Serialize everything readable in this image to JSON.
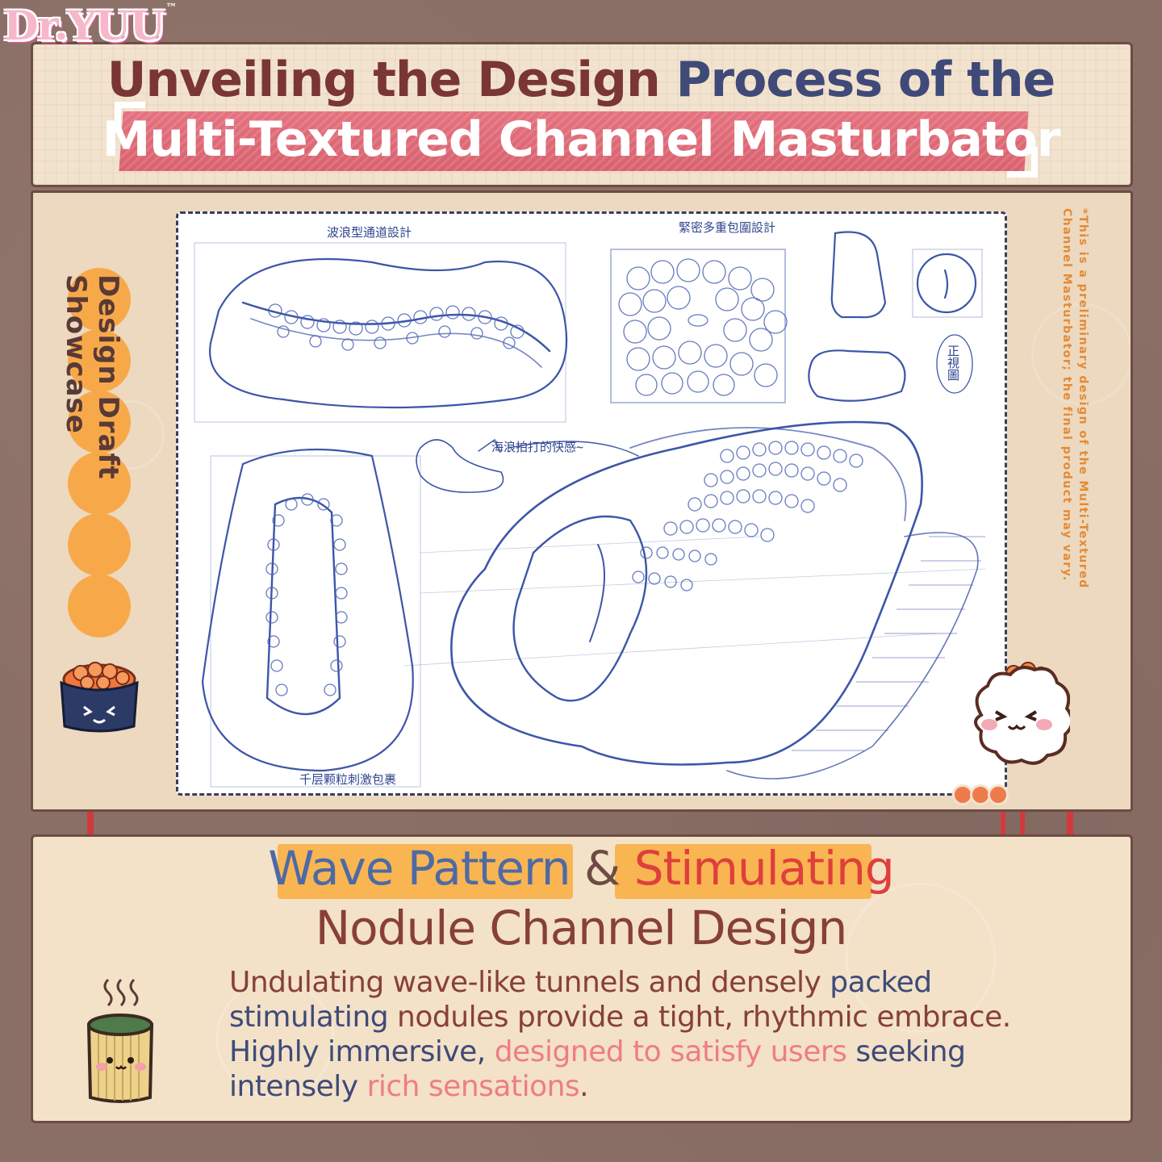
{
  "brand": {
    "logo": "Dr.YUU",
    "tm": "™"
  },
  "header": {
    "title_line1_a": "Unveiling the Design ",
    "title_line1_b": "Process of the",
    "title_line2": "Multi-Textured Channel Masturbator"
  },
  "side_label": "Design Draft Showcase",
  "sketch_notes": {
    "note1": "波浪型通道設計",
    "note2": "緊密多重包圍設計",
    "note3": "正視圖",
    "note4": "海浪拍打的快感~",
    "note5": "千层颗粒刺激包裹"
  },
  "disclaimer": "*This is a preliminary design of the Multi-Textured Channel Masturbator; the final product may vary.",
  "feature": {
    "title_a": "Wave Pattern",
    "amp": "&",
    "title_b": "Stimulating",
    "title_line2": "Nodule Channel Design",
    "desc_1": "Undulating wave-like tunnels and densely ",
    "desc_2": "packed",
    "desc_3": "stimulating",
    "desc_4": " nodules provide a tight, rhythmic embrace.",
    "desc_5": "Highly immersive, ",
    "desc_6": "designed to satisfy users",
    "desc_7": " seeking",
    "desc_8": "intensely ",
    "desc_9": "rich sensations",
    "desc_10": "."
  },
  "colors": {
    "accent_orange": "#f7a94a",
    "title_red": "#7a3535",
    "title_navy": "#3f4a78",
    "banner_pink": "#e4727f",
    "sketch_blue": "#30458f"
  }
}
